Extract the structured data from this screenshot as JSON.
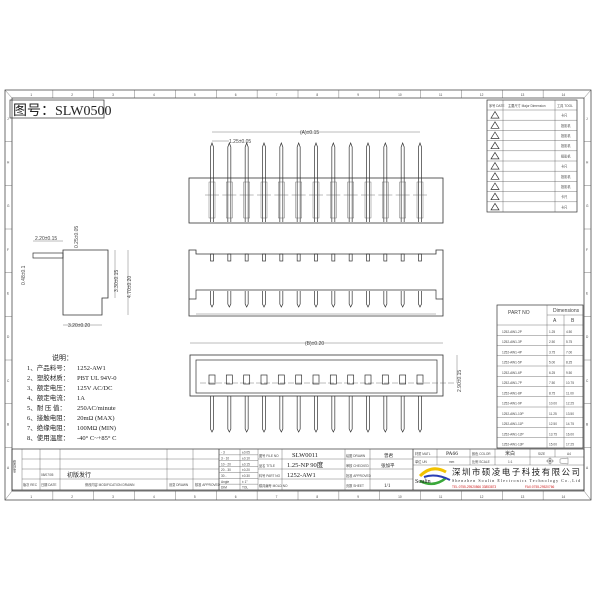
{
  "drawing_no": "图号：SLW0500",
  "ruler": {
    "columns": [
      "1",
      "2",
      "3",
      "4",
      "5",
      "6",
      "7",
      "8",
      "9",
      "10",
      "11",
      "12",
      "13",
      "14"
    ],
    "rows": [
      "J",
      "H",
      "G",
      "F",
      "E",
      "D",
      "C",
      "B",
      "A"
    ]
  },
  "dimensions": {
    "pitch": "1.25±0.05",
    "a_length": "(A)±0.15",
    "b_length": "(B)±0.20",
    "height_290": "2.90±0.15",
    "pin_offset": "2.20±0.15",
    "pin_thk": "0.25±0.05",
    "pin_dia": "0.48±0.1",
    "h_330": "3.30±0.15",
    "h_470": "4.70±0.20",
    "w_320": "3.20±0.20"
  },
  "notes": {
    "title": "说明：",
    "items": [
      {
        "label": "1、产品料号：",
        "value": "1252-AW1"
      },
      {
        "label": "2、塑胶材质：",
        "value": "PBT UL 94V-0"
      },
      {
        "label": "3、额定电压：",
        "value": "125V AC/DC"
      },
      {
        "label": "4、额定电流：",
        "value": "1A"
      },
      {
        "label": "5、耐 压 值：",
        "value": "250AC/minute"
      },
      {
        "label": "6、接触电阻：",
        "value": "20mΩ (MAX)"
      },
      {
        "label": "7、绝缘电阻：",
        "value": "100MΩ (MIN)"
      },
      {
        "label": "8、使用温度：",
        "value": "-40° C~+85° C"
      }
    ]
  },
  "inspection_table": {
    "headers": {
      "no": "序号 DATE",
      "major": "主要尺寸 Major Dimension",
      "tool": "工具 TOOL"
    },
    "rows": [
      {
        "icon": "warning-triangle",
        "tool": "卡尺"
      },
      {
        "icon": "warning-triangle",
        "tool": "投影机"
      },
      {
        "icon": "warning-triangle",
        "tool": "投影机"
      },
      {
        "icon": "warning-triangle",
        "tool": "投影机"
      },
      {
        "icon": "warning-triangle",
        "tool": "投影机"
      },
      {
        "icon": "warning-triangle",
        "tool": "卡尺"
      },
      {
        "icon": "warning-triangle",
        "tool": "投影机"
      },
      {
        "icon": "warning-triangle",
        "tool": "投影机"
      },
      {
        "icon": "warning-triangle",
        "tool": "卡尺"
      },
      {
        "icon": "warning-triangle",
        "tool": "卡尺"
      }
    ]
  },
  "parts_table": {
    "header_part": "PART NO",
    "header_dims": "Dimensions",
    "col_a": "A",
    "col_b": "B",
    "rows": [
      {
        "part": "1252-AW1-2P",
        "a": "1.25",
        "b": "4.50"
      },
      {
        "part": "1252-AW1-3P",
        "a": "2.50",
        "b": "5.75"
      },
      {
        "part": "1252-AW1-4P",
        "a": "3.75",
        "b": "7.00"
      },
      {
        "part": "1252-AW1-5P",
        "a": "5.00",
        "b": "8.25"
      },
      {
        "part": "1252-AW1-6P",
        "a": "6.25",
        "b": "9.50"
      },
      {
        "part": "1252-AW1-7P",
        "a": "7.50",
        "b": "10.75"
      },
      {
        "part": "1252-AW1-8P",
        "a": "8.75",
        "b": "11.00"
      },
      {
        "part": "1252-AW1-9P",
        "a": "10.00",
        "b": "12.25"
      },
      {
        "part": "1252-AW1-10P",
        "a": "11.25",
        "b": "13.50"
      },
      {
        "part": "1252-AW1-11P",
        "a": "12.50",
        "b": "14.75"
      },
      {
        "part": "1252-AW1-12P",
        "a": "13.75",
        "b": "16.00"
      },
      {
        "part": "1252-AW1-13P",
        "a": "15.00",
        "b": "17.25"
      }
    ]
  },
  "revision_block": {
    "side_label": "修改记事",
    "date": "08/07/05",
    "modification": "初版发行",
    "col_rec": "版次 REC",
    "col_date": "日期 DATE",
    "col_mod": "修改内容 MODIFICATION DRAWN",
    "col_drawn": "设变 DRAWN",
    "col_approved": "核准 APPROVED"
  },
  "tolerance": [
    {
      "range": "- 3",
      "tol": "±0.05"
    },
    {
      "range": "3 - 10",
      "tol": "±0.10"
    },
    {
      "range": "10 - 20",
      "tol": "±0.15"
    },
    {
      "range": "20 - 30",
      "tol": "±0.20"
    },
    {
      "range": "30 -",
      "tol": "±0.30"
    },
    {
      "range": "Angle",
      "tol": "± 1°"
    },
    {
      "range": "DIM",
      "tol": "TOL"
    }
  ],
  "title_block": {
    "file_no_label": "图号 FILE NO",
    "file_no": "SLW0011",
    "title_label": "品名 TITLE",
    "title": "1.25-NP 90度",
    "part_no_label": "料号 PART NO",
    "part_no": "1252-AW1",
    "mold_no_label": "模具编号 MOLD NO",
    "drawn_label": "绘图 DRAWN",
    "drawn": "曾君",
    "checked_label": "审核 CHECKED",
    "checked": "张加平",
    "approved_label": "批准 APPROVED",
    "sheet_label": "页数 SHEET",
    "sheet": "1/1",
    "matl_label": "材质 MATL",
    "matl": "PA66",
    "unit_label": "单位 UN",
    "unit": "mm",
    "color_label": "颜色 COLOR",
    "color": "米白",
    "scale_label": "比例 SCALE",
    "scale": "1:1",
    "size_label": "SIZE",
    "size": "A4",
    "projection_icon": "first-angle-projection"
  },
  "company": {
    "logo_text": "Soulin",
    "name_cn": "深圳市硕凌电子科技有限公司",
    "name_en": "Shenzhen Soulin Electronics Technology Co.,Ltd",
    "tel": "TEL:0755-29520866 33853873",
    "fax": "FAX:0755-29520766",
    "colors": {
      "logo_yellow": "#f2c200",
      "logo_green": "#3aa83a",
      "logo_blue": "#2b3fb5",
      "contact_red": "#d02020"
    }
  }
}
